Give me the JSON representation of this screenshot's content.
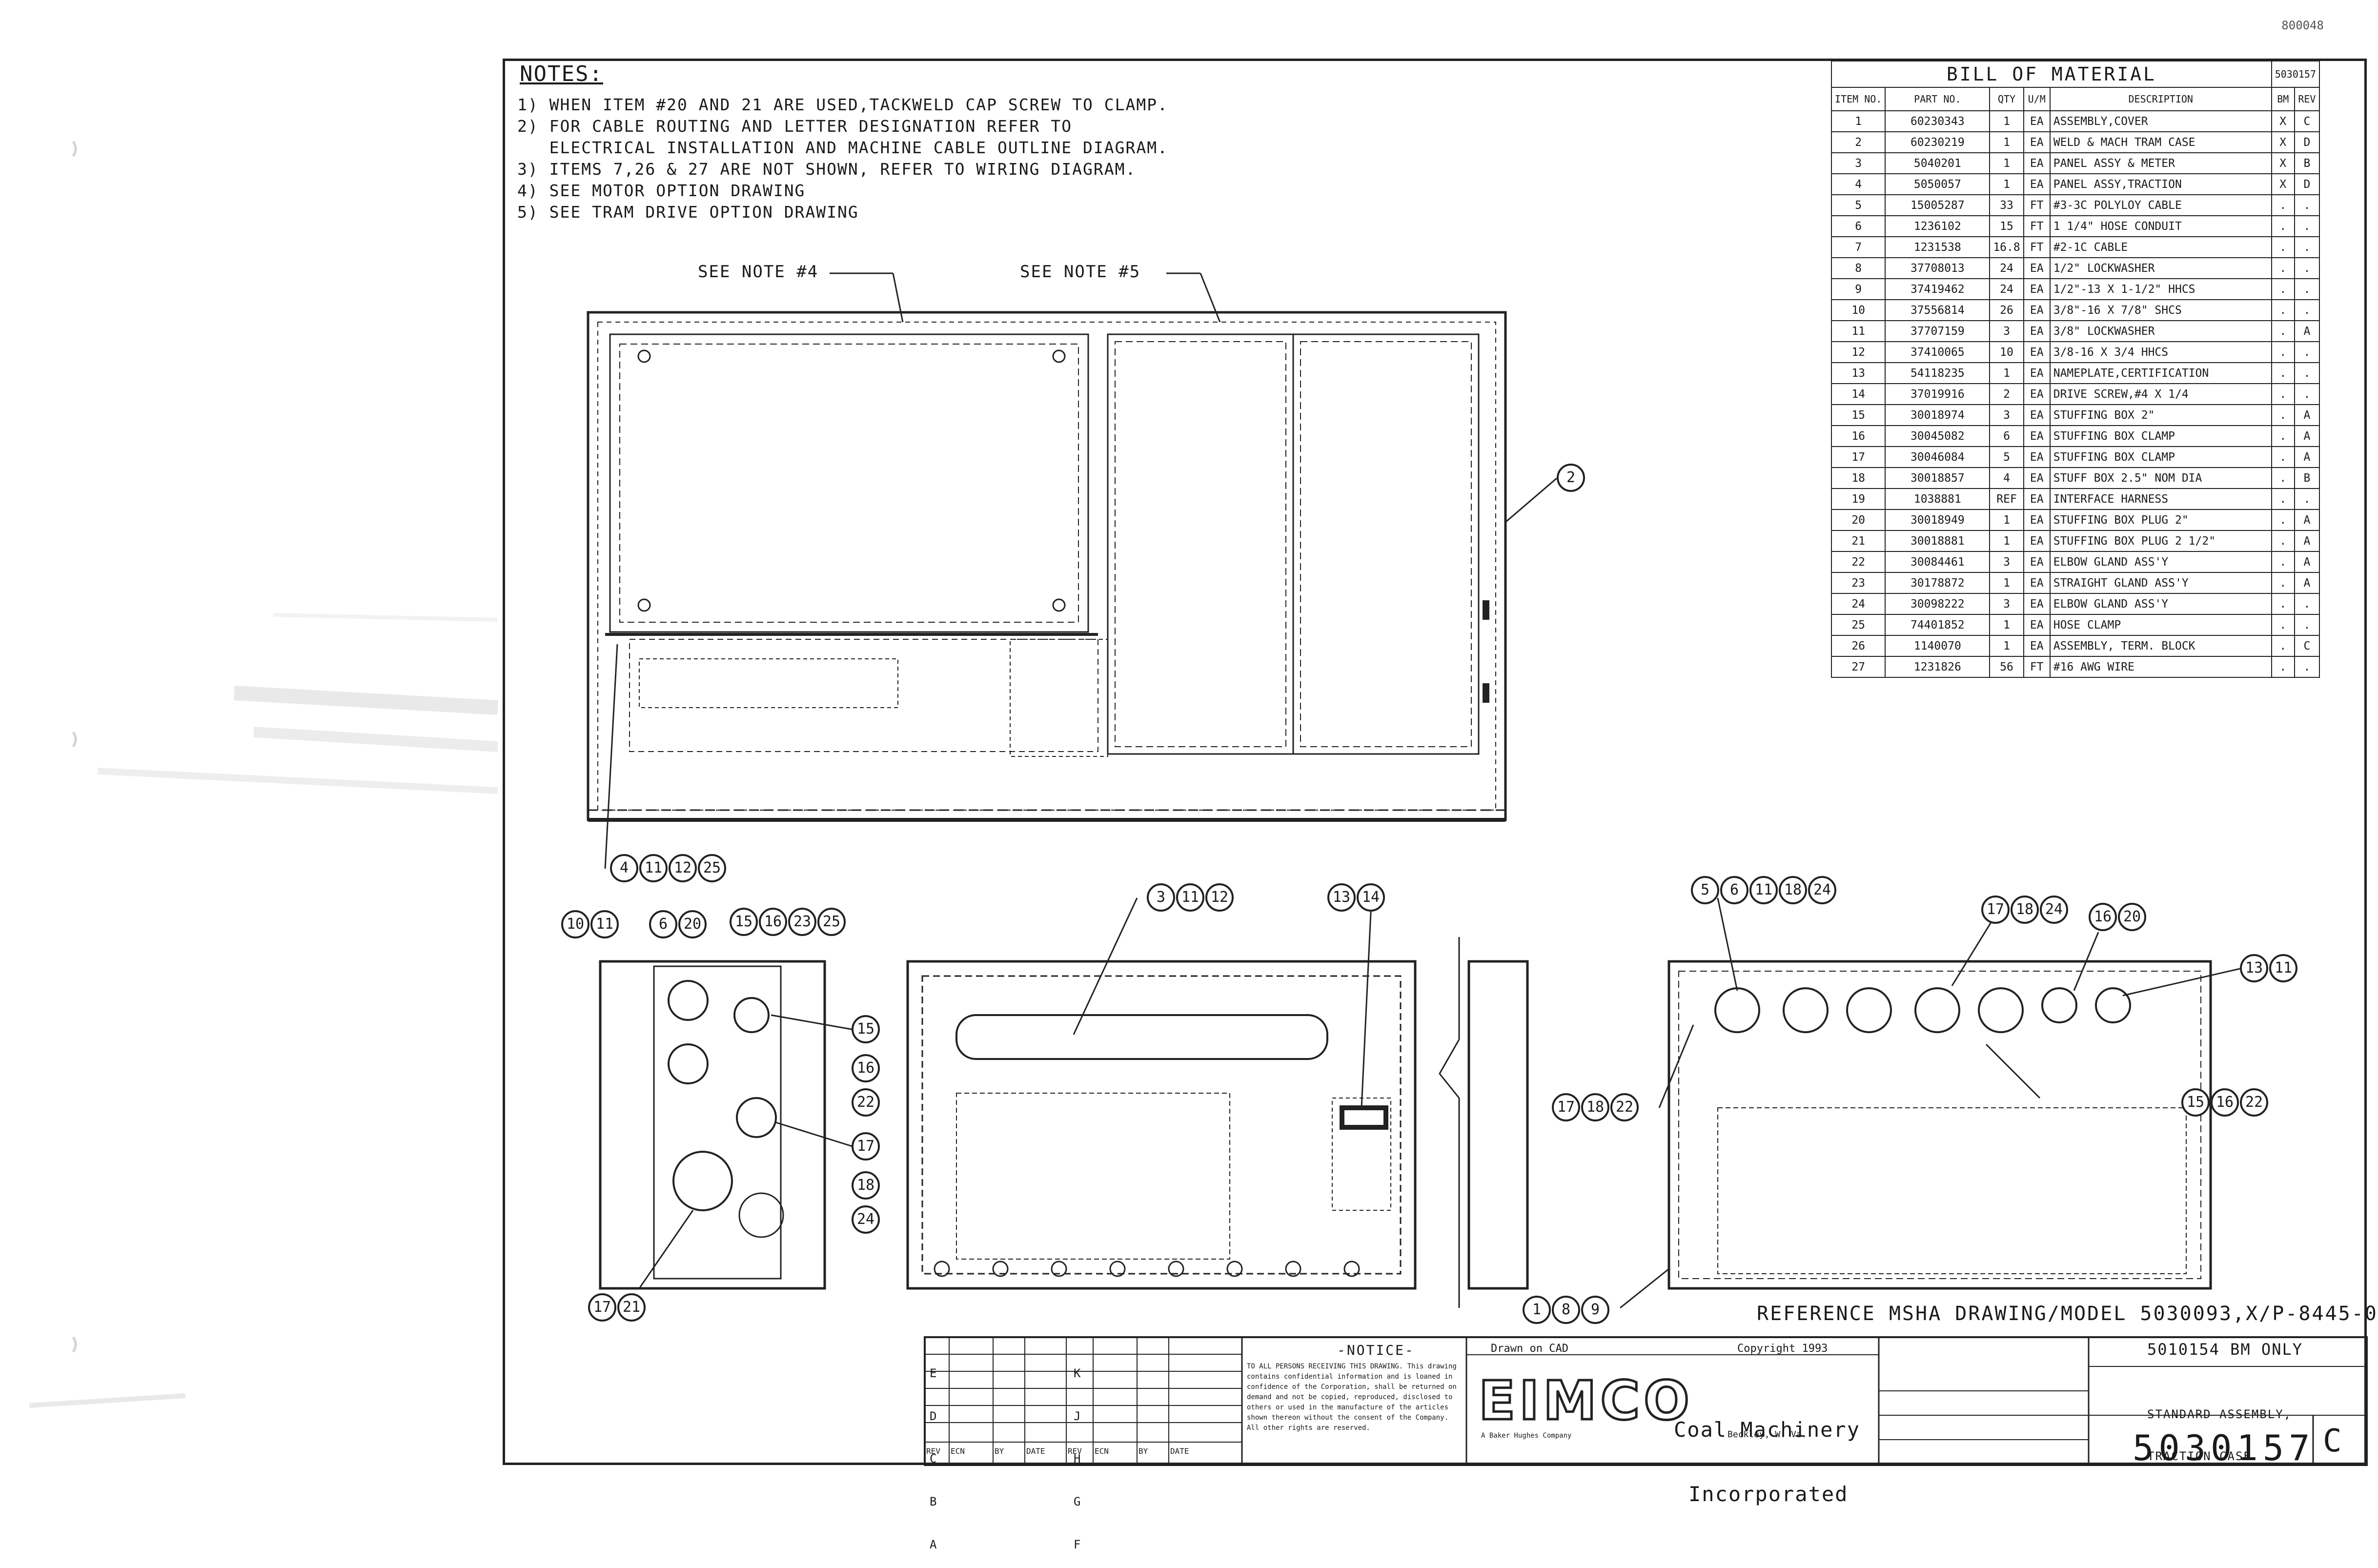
{
  "page_id": "800048",
  "notes": {
    "title": "NOTES:",
    "items": [
      "1) WHEN ITEM #20 AND 21 ARE USED,TACKWELD CAP SCREW TO CLAMP.",
      "2) FOR CABLE ROUTING AND LETTER DESIGNATION REFER TO",
      "   ELECTRICAL INSTALLATION AND MACHINE CABLE OUTLINE DIAGRAM.",
      "3) ITEMS 7,26 & 27 ARE NOT SHOWN, REFER TO WIRING DIAGRAM.",
      "4) SEE MOTOR OPTION DRAWING",
      "5) SEE TRAM DRIVE OPTION DRAWING"
    ]
  },
  "see_notes": {
    "note4": "SEE NOTE #4",
    "note5": "SEE NOTE #5"
  },
  "bom": {
    "title": "BILL OF MATERIAL",
    "dwg_no": "5030157",
    "headers": [
      "ITEM NO.",
      "PART NO.",
      "QTY",
      "U/M",
      "DESCRIPTION",
      "BM",
      "REV"
    ],
    "rows": [
      [
        "1",
        "60230343",
        "1",
        "EA",
        "ASSEMBLY,COVER",
        "X",
        "C"
      ],
      [
        "2",
        "60230219",
        "1",
        "EA",
        "WELD & MACH TRAM CASE",
        "X",
        "D"
      ],
      [
        "3",
        "5040201",
        "1",
        "EA",
        "PANEL ASSY & METER",
        "X",
        "B"
      ],
      [
        "4",
        "5050057",
        "1",
        "EA",
        "PANEL ASSY,TRACTION",
        "X",
        "D"
      ],
      [
        "5",
        "15005287",
        "33",
        "FT",
        "#3-3C POLYLOY CABLE",
        ".",
        "."
      ],
      [
        "6",
        "1236102",
        "15",
        "FT",
        "1 1/4\" HOSE CONDUIT",
        ".",
        "."
      ],
      [
        "7",
        "1231538",
        "16.8",
        "FT",
        "#2-1C CABLE",
        ".",
        "."
      ],
      [
        "8",
        "37708013",
        "24",
        "EA",
        "1/2\" LOCKWASHER",
        ".",
        "."
      ],
      [
        "9",
        "37419462",
        "24",
        "EA",
        "1/2\"-13 X 1-1/2\" HHCS",
        ".",
        "."
      ],
      [
        "10",
        "37556814",
        "26",
        "EA",
        "3/8\"-16 X 7/8\" SHCS",
        ".",
        "."
      ],
      [
        "11",
        "37707159",
        "3",
        "EA",
        "3/8\" LOCKWASHER",
        ".",
        "A"
      ],
      [
        "12",
        "37410065",
        "10",
        "EA",
        "3/8-16 X 3/4 HHCS",
        ".",
        "."
      ],
      [
        "13",
        "54118235",
        "1",
        "EA",
        "NAMEPLATE,CERTIFICATION",
        ".",
        "."
      ],
      [
        "14",
        "37019916",
        "2",
        "EA",
        "DRIVE SCREW,#4 X 1/4",
        ".",
        "."
      ],
      [
        "15",
        "30018974",
        "3",
        "EA",
        "STUFFING BOX 2\"",
        ".",
        "A"
      ],
      [
        "16",
        "30045082",
        "6",
        "EA",
        "STUFFING BOX CLAMP",
        ".",
        "A"
      ],
      [
        "17",
        "30046084",
        "5",
        "EA",
        "STUFFING BOX CLAMP",
        ".",
        "A"
      ],
      [
        "18",
        "30018857",
        "4",
        "EA",
        "STUFF BOX 2.5\" NOM DIA",
        ".",
        "B"
      ],
      [
        "19",
        "1038881",
        "REF",
        "EA",
        "INTERFACE HARNESS",
        ".",
        "."
      ],
      [
        "20",
        "30018949",
        "1",
        "EA",
        "STUFFING BOX PLUG 2\"",
        ".",
        "A"
      ],
      [
        "21",
        "30018881",
        "1",
        "EA",
        "STUFFING BOX PLUG 2 1/2\"",
        ".",
        "A"
      ],
      [
        "22",
        "30084461",
        "3",
        "EA",
        "ELBOW GLAND ASS'Y",
        ".",
        "A"
      ],
      [
        "23",
        "30178872",
        "1",
        "EA",
        "STRAIGHT GLAND ASS'Y",
        ".",
        "A"
      ],
      [
        "24",
        "30098222",
        "3",
        "EA",
        "ELBOW GLAND ASS'Y",
        ".",
        "."
      ],
      [
        "25",
        "74401852",
        "1",
        "EA",
        "HOSE CLAMP",
        ".",
        "."
      ],
      [
        "26",
        "1140070",
        "1",
        "EA",
        "ASSEMBLY, TERM. BLOCK",
        ".",
        "C"
      ],
      [
        "27",
        "1231826",
        "56",
        "FT",
        "#16 AWG WIRE",
        ".",
        "."
      ]
    ]
  },
  "callouts": {
    "c2": "2",
    "c4": "4",
    "c11a": "11",
    "c12a": "12",
    "c25a": "25",
    "c3": "3",
    "c11b": "11",
    "c12b": "12",
    "c13": "13",
    "c14": "14",
    "c10": "10",
    "c11c": "11",
    "c6a": "6",
    "c20a": "20",
    "c15a": "15",
    "c16a": "16",
    "c23": "23",
    "c25b": "25",
    "c15b": "15",
    "c16b": "16",
    "c22a": "22",
    "c17a": "17",
    "c18a": "18",
    "c24a": "24",
    "c17b": "17",
    "c21": "21",
    "c5": "5",
    "c6b": "6",
    "c11d": "11",
    "c18b": "18",
    "c24b": "24",
    "c17c": "17",
    "c18c": "18",
    "c24c": "24",
    "c16c": "16",
    "c20b": "20",
    "c13b": "13",
    "c11e": "11",
    "c15c": "15",
    "c16d": "16",
    "c22b": "22",
    "c17d": "17",
    "c18d": "18",
    "c22c": "22",
    "c1": "1",
    "c8": "8",
    "c9": "9"
  },
  "reference": "REFERENCE MSHA DRAWING/MODEL 5030093,X/P-8445-0",
  "title_block": {
    "drawn_on": "Drawn on CAD",
    "copyright": "Copyright 1993",
    "notice_title": "-NOTICE-",
    "notice_body": "TO ALL PERSONS RECEIVING THIS DRAWING. This drawing contains confidential information and is loaned in confidence of the Corporation, shall be returned on demand and not be copied, reproduced, disclosed to others or used in the manufacture of the articles shown thereon without the consent of the Company. All other rights are reserved.",
    "company_logo": "EIMCO",
    "company_name_1": "Coal Machinery",
    "company_name_2": "Incorporated",
    "location": "Beckley, W. Va.",
    "tagline": "A Baker Hughes Company",
    "drawing_title": "5010154 BM ONLY",
    "assembly_1": "STANDARD ASSEMBLY,",
    "assembly_2": "TRACTION CASE",
    "drawing_number": "5030157",
    "revision": "C",
    "rev_header": [
      "REV",
      "ECN",
      "BY",
      "DATE",
      "REV",
      "ECN",
      "BY",
      "DATE"
    ],
    "rev_letters_left": [
      "E",
      "D",
      "C",
      "B",
      "A"
    ],
    "rev_letters_right": [
      "K",
      "J",
      "H",
      "G",
      "F"
    ]
  },
  "colors": {
    "ink": "#1a1a1a",
    "paper": "#ffffff",
    "scan_noise": "#d4d4d4"
  }
}
